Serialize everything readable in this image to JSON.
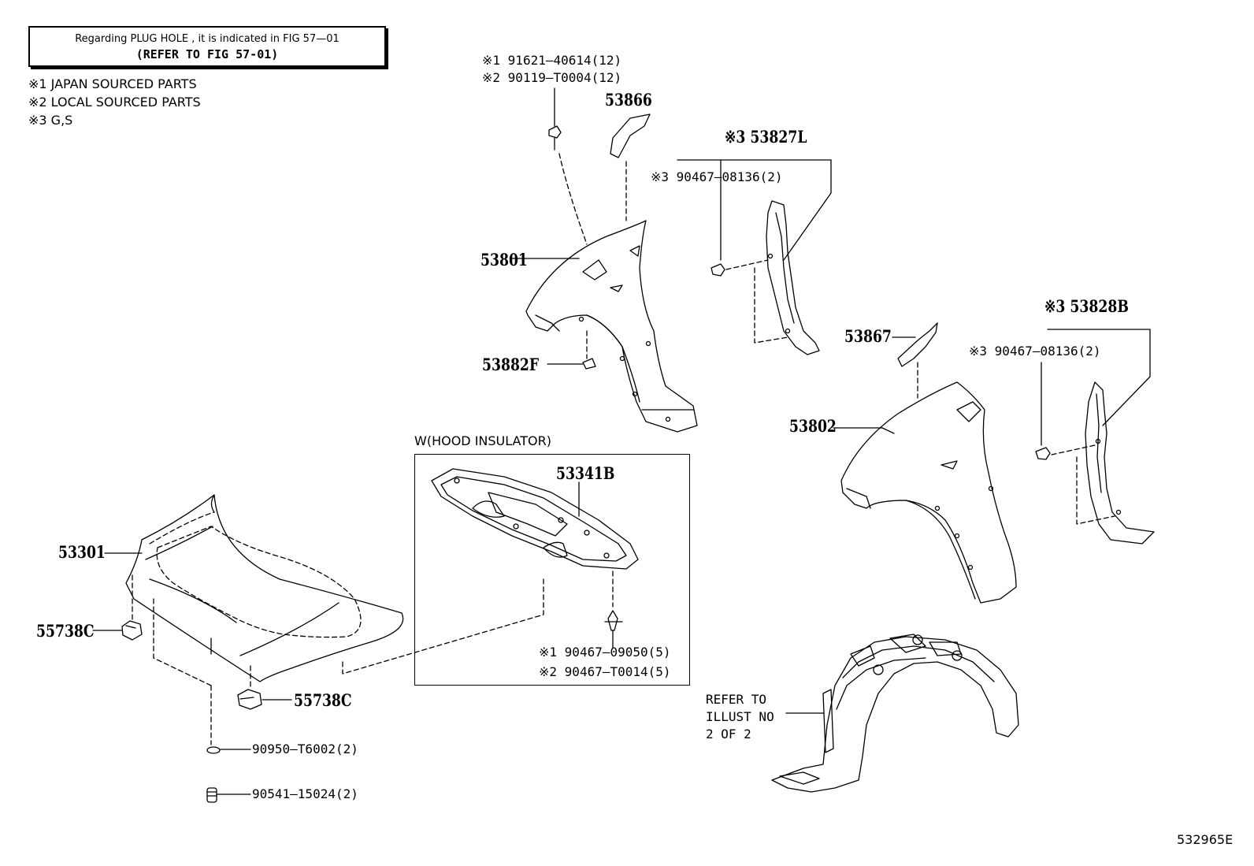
{
  "refer_box": {
    "line1": "Regarding  PLUG  HOLE , it is indicated in FIG  57—01",
    "line2": "(REFER TO FIG 57-01)"
  },
  "legend": [
    "※1 JAPAN SOURCED PARTS",
    "※2 LOCAL SOURCED PARTS",
    "※3 G,S"
  ],
  "insulator_box_title": "W(HOOD INSULATOR)",
  "parts": {
    "p53301": "53301",
    "p55738c_left": "55738C",
    "p55738c_bottom": "55738C",
    "p90950": "90950–T6002(2)",
    "p90541": "90541–15024(2)",
    "p53341b": "53341B",
    "p90467_09050": "※1 90467–09050(5)",
    "p90467_t0014": "※2 90467–T0014(5)",
    "p91621": "※1 91621–40614(12)",
    "p90119": "※2 90119–T0004(12)",
    "p53866": "53866",
    "p53801": "53801",
    "p53882f": "53882F",
    "p53827l": "※3 53827L",
    "p90467_08136_a": "※3 90467–08136(2)",
    "p53867": "53867",
    "p53802": "53802",
    "p53828b": "※3 53828B",
    "p90467_08136_b": "※3 90467–08136(2)"
  },
  "refer_illust": [
    "REFER TO",
    "ILLUST NO",
    "2 OF 2"
  ],
  "figure_code": "532965E"
}
